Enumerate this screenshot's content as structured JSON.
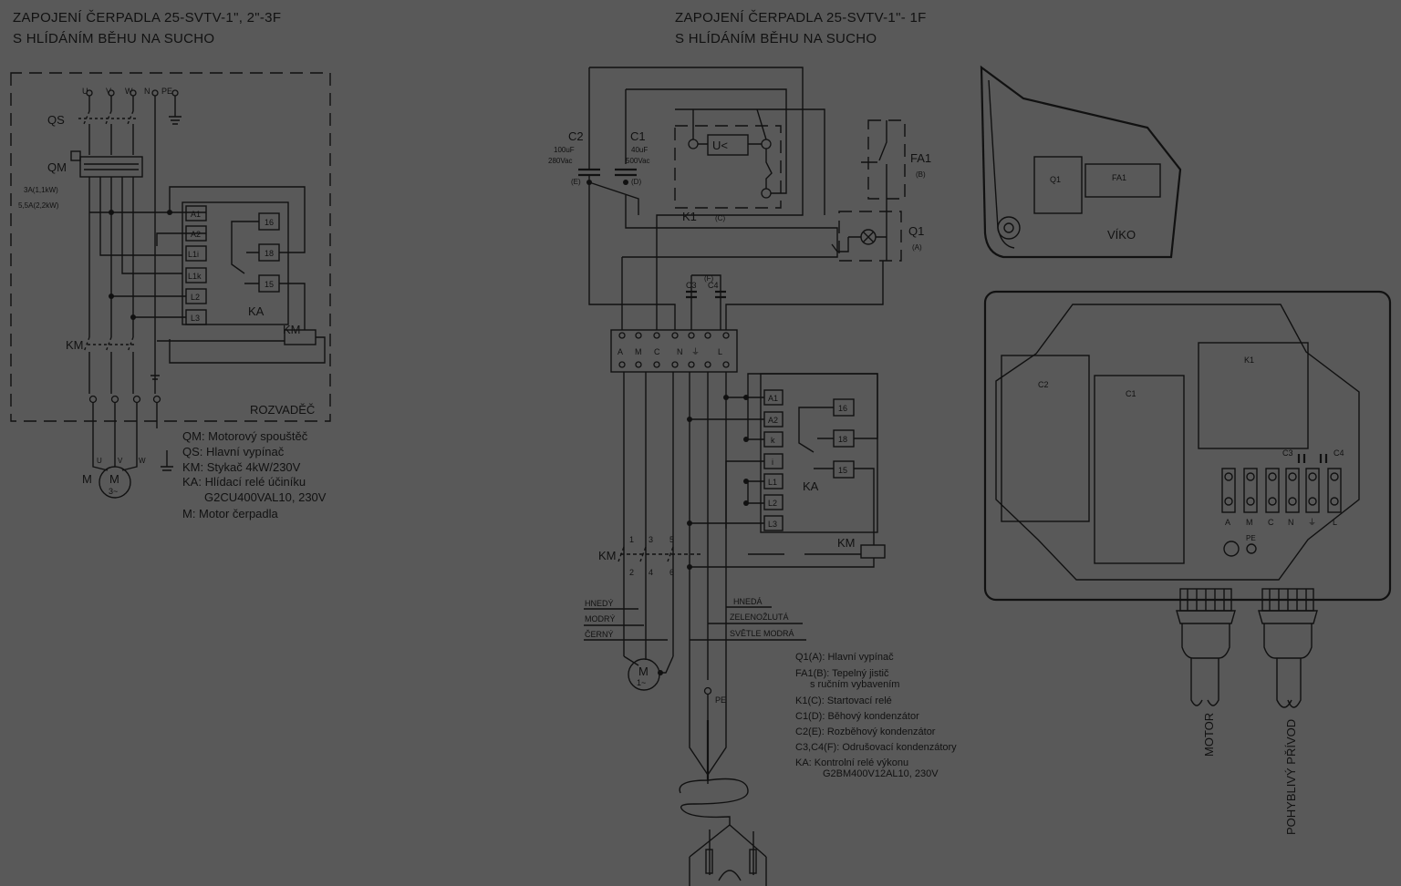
{
  "left": {
    "title_line1": "ZAPOJENÍ ČERPADLA 25-SVTV-1\", 2\"-3F",
    "title_line2": "S HLÍDÁNÍM BĚHU NA SUCHO",
    "terminals": [
      "U",
      "V",
      "W",
      "N",
      "PE"
    ],
    "qs": "QS",
    "qm": "QM",
    "qm_rating1": "3A(1,1kW)",
    "qm_rating2": "5,5A(2,2kW)",
    "ka_pins_left": [
      "A1",
      "A2",
      "L1i",
      "L1k",
      "L2",
      "L3"
    ],
    "ka_pins_right": [
      "16",
      "18",
      "15"
    ],
    "ka": "KA",
    "km": "KM",
    "km_coil": "KM",
    "rozvadec": "ROZVADĚČ",
    "motor_terms": [
      "U",
      "V",
      "W"
    ],
    "motor_m": "M",
    "motor_inner": "M",
    "motor_phase": "3~",
    "legend": [
      "QM: Motorový spouštěč",
      "QS: Hlavní vypínač",
      "KM: Stykač 4kW/230V",
      "KA: Hlídací relé účiníku",
      "G2CU400VAL10, 230V",
      "M: Motor čerpadla"
    ]
  },
  "middle": {
    "title_line1": "ZAPOJENÍ ČERPADLA 25-SVTV-1\"- 1F",
    "title_line2": "S HLÍDÁNÍM BĚHU NA SUCHO",
    "c2": "C2",
    "c2_val1": "100uF",
    "c2_val2": "280Vac",
    "c2_tag": "(E)",
    "c1": "C1",
    "c1_val1": "40uF",
    "c1_val2": "500Vac",
    "c1_tag": "(D)",
    "k1_symbol": "U<",
    "k1": "K1",
    "k1_tag": "(C)",
    "fa1": "FA1",
    "fa1_tag": "(B)",
    "q1": "Q1",
    "q1_tag": "(A)",
    "c3c4": "C3",
    "c4": "C4",
    "c3c4_tag": "(F)",
    "strip": [
      "A",
      "M",
      "C",
      "N",
      "⏚",
      "L"
    ],
    "ka_pins_left": [
      "A1",
      "A2",
      "k",
      "i",
      "L1",
      "L2",
      "L3"
    ],
    "ka_pins_right": [
      "16",
      "18",
      "15"
    ],
    "ka": "KA",
    "km_top_nums": [
      "1",
      "3",
      "5"
    ],
    "km_bot_nums": [
      "2",
      "4",
      "6"
    ],
    "km": "KM",
    "km_coil": "KM",
    "wires_left": [
      "HNEDÝ",
      "MODRÝ",
      "ČERNÝ"
    ],
    "wires_right": [
      "HNEDÁ",
      "ZELENOŽLUTÁ",
      "SVĚTLE MODRÁ"
    ],
    "motor_inner": "M",
    "motor_phase": "1~",
    "pe": "PE",
    "legend": [
      "Q1(A): Hlavní vypínač",
      "FA1(B): Tepelný jistič",
      "s ručním vybavením",
      "K1(C): Startovací relé",
      "C1(D): Běhový kondenzátor",
      "C2(E): Rozběhový kondenzátor",
      "C3,C4(F): Odrušovací kondenzátory",
      "KA: Kontrolní relé výkonu",
      "G2BM400V12AL10, 230V"
    ]
  },
  "right": {
    "viko_q1": "Q1",
    "viko_fa1": "FA1",
    "viko": "VÍKO",
    "box_c2": "C2",
    "box_c1": "C1",
    "box_k1": "K1",
    "box_c3": "C3",
    "box_c4": "C4",
    "box_terms": [
      "A",
      "M",
      "C",
      "N",
      "⏚",
      "L"
    ],
    "box_pe": "PE",
    "motor": "MOTOR",
    "privod": "POHYBLIVÝ PŘÍVOD"
  }
}
